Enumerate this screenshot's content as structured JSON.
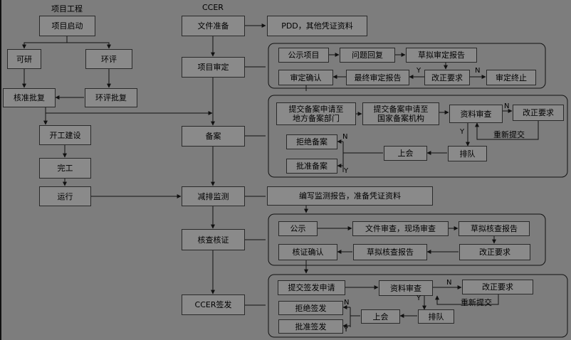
{
  "headers": {
    "left": "项目工程",
    "center": "CCER"
  },
  "left_col": {
    "start": "项目启动",
    "feasibility": "可研",
    "eia": "环评",
    "approval": "核准批复",
    "eia_approval": "环评批复",
    "construction": "开工建设",
    "completion": "完工",
    "operation": "运行"
  },
  "main_col": {
    "doc_prep": "文件准备",
    "review": "项目审定",
    "filing": "备案",
    "monitoring": "减排监测",
    "verification": "核查核证",
    "issuance": "CCER签发"
  },
  "doc_prep_note": "PDD，其他凭证资料",
  "review_group": {
    "publicize": "公示项目",
    "q_reply": "问题回复",
    "draft_report": "草拟审定报告",
    "confirm": "审定确认",
    "final_report": "最终审定报告",
    "fix": "改正要求",
    "terminate": "审定终止"
  },
  "filing_group": {
    "submit_local": "提交备案申请至\n地方备案部门",
    "submit_national": "提交备案申请至\n国家备案机构",
    "data_review": "资料审查",
    "fix": "改正要求",
    "resubmit": "重新提交",
    "queue": "排队",
    "meeting": "上会",
    "reject": "拒绝备案",
    "approve": "批准备案"
  },
  "monitoring_note": "编写监测报告，准备凭证资料",
  "verify_group": {
    "publicize": "公示",
    "doc_site_review": "文件审查，现场审查",
    "draft_report": "草拟核查报告",
    "confirm": "核证确认",
    "draft_report2": "草拟核查报告",
    "fix": "改正要求"
  },
  "issue_group": {
    "submit": "提交签发申请",
    "data_review": "资料审查",
    "fix": "改正要求",
    "resubmit": "重新提交",
    "queue": "排队",
    "meeting": "上会",
    "reject": "拒绝签发",
    "approve": "批准签发"
  },
  "marks": {
    "yes": "Y",
    "no": "N"
  }
}
